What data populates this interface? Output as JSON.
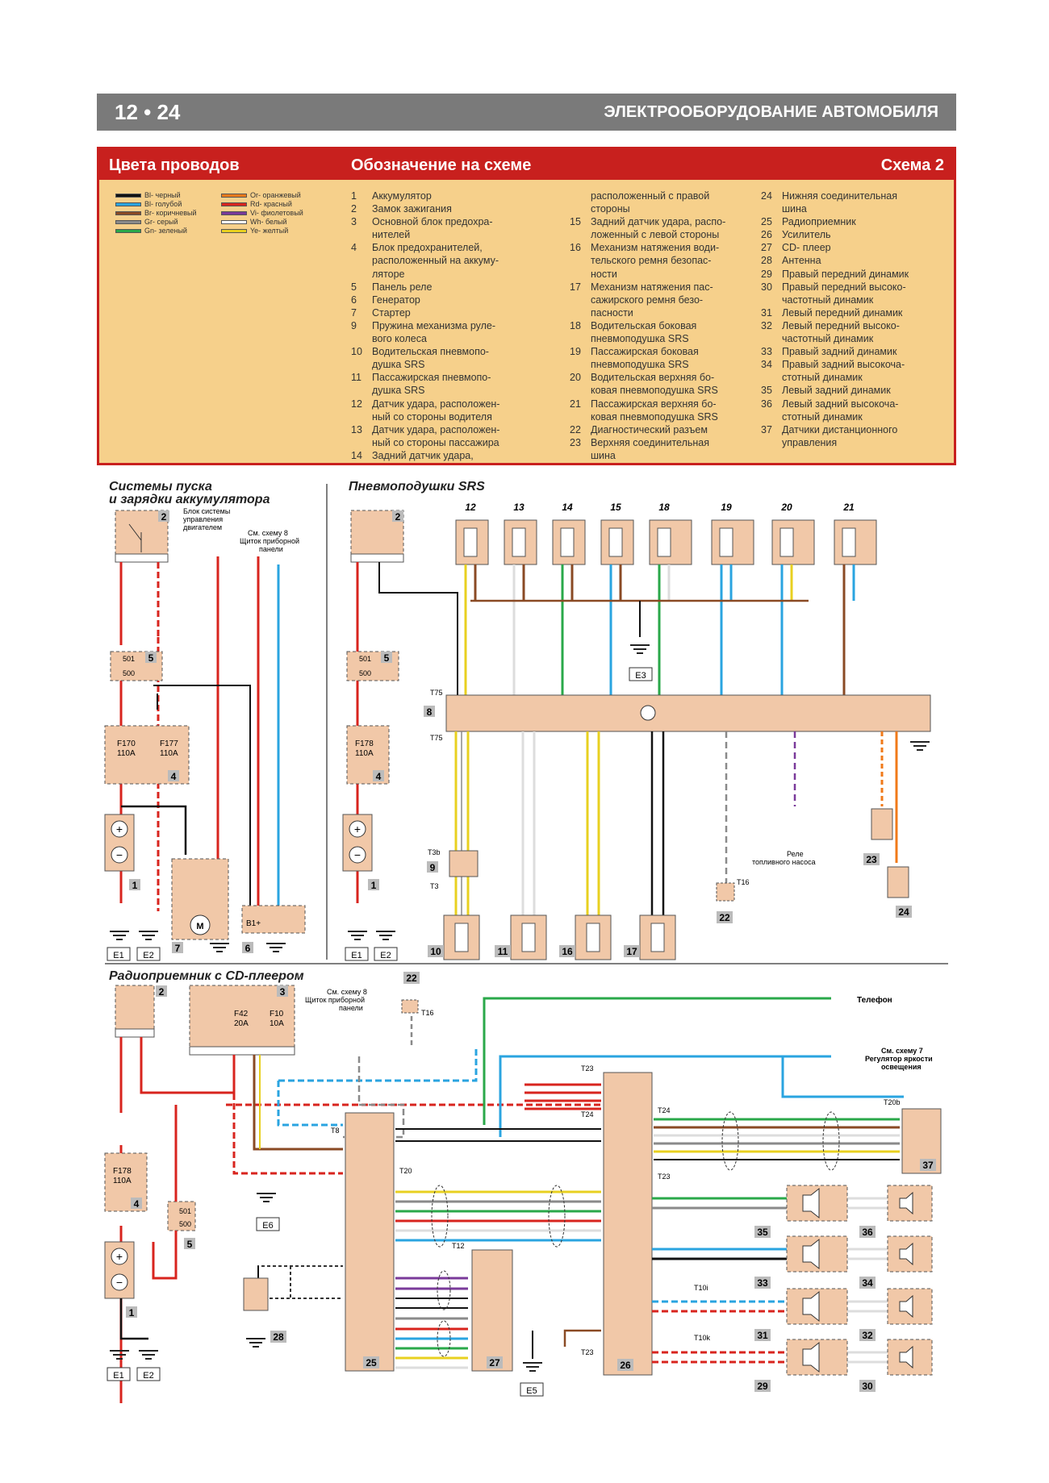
{
  "header": {
    "page_number": "12 • 24",
    "section_title": "ЭЛЕКТРООБОРУДОВАНИЕ АВТОМОБИЛЯ"
  },
  "legend": {
    "col1_title": "Цвета проводов",
    "col2_title": "Обозначение на схеме",
    "col3_title": "Схема 2",
    "wire_colors": [
      {
        "label": "Bl- черный",
        "color": "#111111"
      },
      {
        "label": "Or- оранжевый",
        "color": "#f07a1a"
      },
      {
        "label": "Bl- голубой",
        "color": "#2aa4e0"
      },
      {
        "label": "Rd- красный",
        "color": "#d8241e"
      },
      {
        "label": "Br- коричневый",
        "color": "#8a4a24"
      },
      {
        "label": "Vi- фиолетовый",
        "color": "#7a3a9a"
      },
      {
        "label": "Gr- серый",
        "color": "#8a8a8a"
      },
      {
        "label": "Wh- белый",
        "color": "#ffffff"
      },
      {
        "label": "Gn- зеленый",
        "color": "#2aa84a"
      },
      {
        "label": "Ye- желтый",
        "color": "#e8d020"
      }
    ],
    "items_col1": [
      {
        "n": "1",
        "t": "Аккумулятор"
      },
      {
        "n": "2",
        "t": "Замок зажигания"
      },
      {
        "n": "3",
        "t": "Основной блок предохра-"
      },
      {
        "n": "",
        "t": "нителей"
      },
      {
        "n": "4",
        "t": "Блок предохранителей,"
      },
      {
        "n": "",
        "t": "расположенный на аккуму-"
      },
      {
        "n": "",
        "t": "ляторе"
      },
      {
        "n": "5",
        "t": "Панель реле"
      },
      {
        "n": "6",
        "t": "Генератор"
      },
      {
        "n": "7",
        "t": "Стартер"
      },
      {
        "n": "9",
        "t": "Пружина механизма руле-"
      },
      {
        "n": "",
        "t": "вого колеса"
      },
      {
        "n": "10",
        "t": "Водительская пневмопо-"
      },
      {
        "n": "",
        "t": "душка SRS"
      },
      {
        "n": "11",
        "t": "Пассажирская пневмопо-"
      },
      {
        "n": "",
        "t": "душка SRS"
      },
      {
        "n": "12",
        "t": "Датчик удара, расположен-"
      },
      {
        "n": "",
        "t": "ный со стороны водителя"
      },
      {
        "n": "13",
        "t": "Датчик удара, расположен-"
      },
      {
        "n": "",
        "t": "ный со стороны пассажира"
      },
      {
        "n": "14",
        "t": "Задний датчик удара,"
      }
    ],
    "items_col2": [
      {
        "n": "",
        "t": "расположенный с правой"
      },
      {
        "n": "",
        "t": "стороны"
      },
      {
        "n": "15",
        "t": "Задний датчик удара, распо-"
      },
      {
        "n": "",
        "t": "ложенный с левой стороны"
      },
      {
        "n": "16",
        "t": "Механизм натяжения води-"
      },
      {
        "n": "",
        "t": "тельского ремня безопас-"
      },
      {
        "n": "",
        "t": "ности"
      },
      {
        "n": "17",
        "t": "Механизм натяжения пас-"
      },
      {
        "n": "",
        "t": "сажирского ремня безо-"
      },
      {
        "n": "",
        "t": "пасности"
      },
      {
        "n": "18",
        "t": "Водительская боковая"
      },
      {
        "n": "",
        "t": "пневмоподушка SRS"
      },
      {
        "n": "19",
        "t": "Пассажирская боковая"
      },
      {
        "n": "",
        "t": "пневмоподушка SRS"
      },
      {
        "n": "20",
        "t": "Водительская верхняя бо-"
      },
      {
        "n": "",
        "t": "ковая пневмоподушка SRS"
      },
      {
        "n": "21",
        "t": "Пассажирская верхняя бо-"
      },
      {
        "n": "",
        "t": "ковая пневмоподушка SRS"
      },
      {
        "n": "22",
        "t": "Диагностический разъем"
      },
      {
        "n": "23",
        "t": "Верхняя соединительная"
      },
      {
        "n": "",
        "t": "шина"
      }
    ],
    "items_col3": [
      {
        "n": "24",
        "t": "Нижняя соединительная"
      },
      {
        "n": "",
        "t": "шина"
      },
      {
        "n": "25",
        "t": "Радиоприемник"
      },
      {
        "n": "26",
        "t": "Усилитель"
      },
      {
        "n": "27",
        "t": "CD- плеер"
      },
      {
        "n": "28",
        "t": "Антенна"
      },
      {
        "n": "29",
        "t": "Правый передний динамик"
      },
      {
        "n": "30",
        "t": "Правый передний высоко-"
      },
      {
        "n": "",
        "t": "частотный динамик"
      },
      {
        "n": "31",
        "t": "Левый передний динамик"
      },
      {
        "n": "32",
        "t": "Левый передний высоко-"
      },
      {
        "n": "",
        "t": "частотный динамик"
      },
      {
        "n": "33",
        "t": "Правый задний динамик"
      },
      {
        "n": "34",
        "t": "Правый задний высокоча-"
      },
      {
        "n": "",
        "t": "стотный динамик"
      },
      {
        "n": "35",
        "t": "Левый задний динамик"
      },
      {
        "n": "36",
        "t": "Левый задний высокоча-"
      },
      {
        "n": "",
        "t": "стотный динамик"
      },
      {
        "n": "37",
        "t": "Датчики дистанционного"
      },
      {
        "n": "",
        "t": "управления"
      }
    ]
  },
  "sections": {
    "start_title_1": "Системы пуска",
    "start_title_2": "и зарядки аккумулятора",
    "srs_title": "Пневмоподушки SRS",
    "radio_title": "Радиоприемник с CD-плеером"
  },
  "labels": {
    "ecu_1": "Блок системы",
    "ecu_2": "управления",
    "ecu_3": "двигателем",
    "see8_1": "См. схему 8",
    "see8_2": "Щиток приборной",
    "see8_3": "панели",
    "fuel_1": "Реле",
    "fuel_2": "топливного насоса",
    "phone": "Телефон",
    "see7_1": "См. схему 7",
    "see7_2": "Регулятор яркости",
    "see7_3": "освещения",
    "fuse_f170": "F170",
    "fuse_f177": "F177",
    "fuse_f178": "F178",
    "fuse_f42": "F42",
    "fuse_f10": "F10",
    "amp_110": "110A",
    "amp_20": "20A",
    "amp_10": "10A",
    "relay_501": "501",
    "relay_500": "500",
    "b1": "B1+",
    "e1": "E1",
    "e2": "E2",
    "e3": "E3",
    "e5": "E5",
    "e6": "E6"
  },
  "srs_connectors_top": [
    "12",
    "13",
    "14",
    "15",
    "18",
    "19",
    "20",
    "21"
  ],
  "srs_connectors_bottom": [
    "10",
    "11",
    "16",
    "17"
  ],
  "srs_tags": {
    "t75": "T75",
    "t3": "T3",
    "t3b": "T3b",
    "t16": "T16"
  },
  "radio_tags": {
    "t8": "T8",
    "t20": "T20",
    "t12": "T12",
    "t23": "T23",
    "t24": "T24",
    "t20b": "T20b",
    "t10i": "T10i",
    "t10k": "T10k",
    "t16": "T16"
  },
  "speakers": {
    "left": [
      "35",
      "33",
      "31",
      "29"
    ],
    "right": [
      "36",
      "34",
      "32",
      "30"
    ]
  },
  "numbers": {
    "n1": "1",
    "n2": "2",
    "n3": "3",
    "n4": "4",
    "n5": "5",
    "n6": "6",
    "n7": "7",
    "n8": "8",
    "n9": "9",
    "n22": "22",
    "n23": "23",
    "n24": "24",
    "n25": "25",
    "n26": "26",
    "n27": "27",
    "n28": "28",
    "n37": "37"
  },
  "colors": {
    "accent_red": "#c8201e",
    "legend_bg": "#f6d08b",
    "component_fill": "#f1c8a8",
    "header_gray": "#7a7a7a"
  }
}
